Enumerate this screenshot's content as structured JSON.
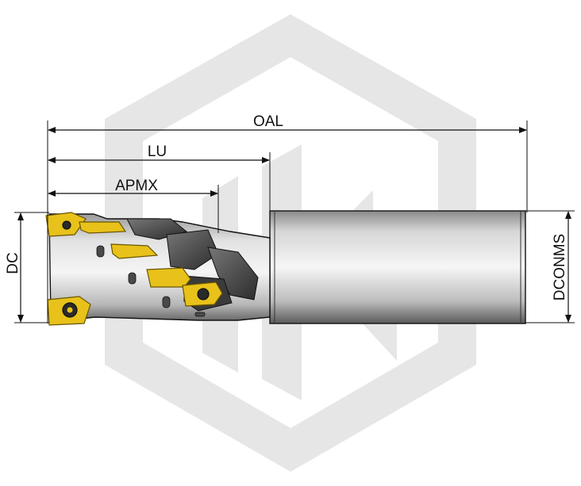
{
  "dimensions": {
    "oal": "OAL",
    "lu": "LU",
    "apmx": "APMX",
    "dc": "DC",
    "dconms": "DCONMS"
  },
  "colors": {
    "watermark": "#e6e6e6",
    "insert": "#e8c21a",
    "insert_edge": "#6b5500",
    "body_dark": "#5c5c5c",
    "body_light": "#f4f4f4",
    "outline": "#111111"
  },
  "icons": {
    "watermark": "hexagon-logo-watermark"
  }
}
